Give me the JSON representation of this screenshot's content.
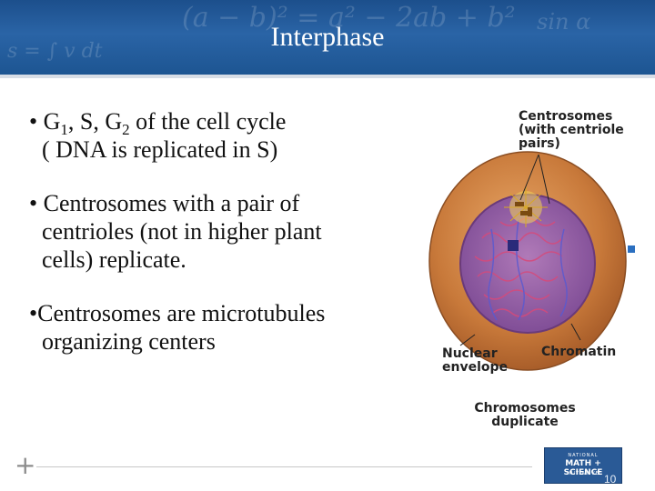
{
  "slide": {
    "title": "Interphase",
    "header_decor_1": "(a − b)² = a² − 2ab + b²",
    "header_decor_2": "sin α",
    "header_decor_3": "s = ∫ v dt",
    "bullets": [
      {
        "lines": [
          "• G",
          "1",
          ", S, G",
          "2",
          " of the cell cycle",
          "( DNA is replicated in S)"
        ]
      },
      {
        "lines": [
          "• Centrosomes with a pair of",
          "centrioles (not in higher plant",
          "cells) replicate."
        ]
      },
      {
        "lines": [
          "•Centrosomes are microtubules",
          "organizing centers"
        ]
      }
    ],
    "page_number": "10"
  },
  "figure": {
    "label_centrosomes": [
      "Centrosomes",
      "(with centriole",
      "pairs)"
    ],
    "label_nuclear": [
      "Nuclear",
      "envelope"
    ],
    "label_chromatin": "Chromatin",
    "caption": [
      "Chromosomes",
      "duplicate"
    ]
  },
  "logo": {
    "line1": "NATIONAL",
    "line2": "MATH + SCIENCE",
    "line3": "INITIATIVE"
  },
  "colors": {
    "header_blue": "#1c4f8c",
    "cell_orange": "#c8793a",
    "nucleus_purple": "#8a4f9a",
    "centrosome_yellow": "#e8c43a"
  }
}
